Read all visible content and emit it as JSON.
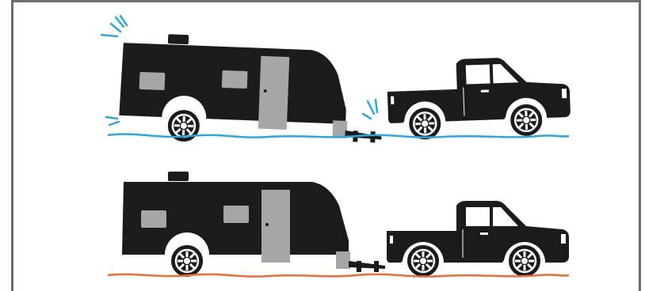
{
  "colors": {
    "silhouette": "#1b1b1b",
    "window": "#a6a6a6",
    "door": "#a6a6a6",
    "wheel_detail": "#ffffff",
    "frame_border": "#6d6d6d",
    "bounce_ground": "#29a8e0",
    "bounce_marks": "#29a8e0",
    "steady_ground": "#ee6a36"
  },
  "scenes": [
    {
      "name": "bouncing-rig",
      "ground_color_key": "bounce_ground",
      "impact_marks": true
    },
    {
      "name": "steady-rig",
      "ground_color_key": "steady_ground",
      "impact_marks": false
    }
  ],
  "icons": [
    "travel-trailer-icon",
    "pickup-truck-icon",
    "impact-burst-icon"
  ]
}
